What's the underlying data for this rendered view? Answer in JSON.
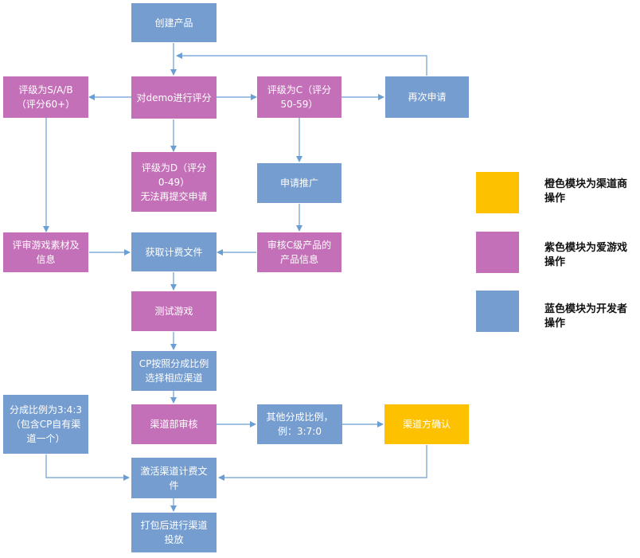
{
  "colors": {
    "developer": "#759dcf",
    "platform": "#c470b8",
    "channel": "#fec100",
    "arrow": "#6b9ed2"
  },
  "nodes": {
    "create": "创建产品",
    "rate": "对demo进行评分",
    "sab": "评级为S/A/B\n（评分60+）",
    "c": "评级为C（评分\n50-59）",
    "reapply": "再次申请",
    "d": "评级为D（评分\n0-49）\n无法再提交申请",
    "promote": "申请推广",
    "review_assets": "评审游戏素材及\n信息",
    "billing": "获取计费文件",
    "review_c": "审核C级产品的\n产品信息",
    "test": "测试游戏",
    "cp_select": "CP按照分成比例\n选择相应渠道",
    "ratio343": "分成比例为3:4:3\n（包含CP自有渠\n道一个）",
    "channel_review": "渠道部审核",
    "other_ratio": "其他分成比例，\n例：3:7:0",
    "channel_confirm": "渠道方确认",
    "activate": "激活渠道计费文\n件",
    "package": "打包后进行渠道\n投放"
  },
  "legend": {
    "orange": "橙色模块为渠道商\n操作",
    "purple": "紫色模块为爱游戏\n操作",
    "blue": "蓝色模块为开发者\n操作"
  }
}
